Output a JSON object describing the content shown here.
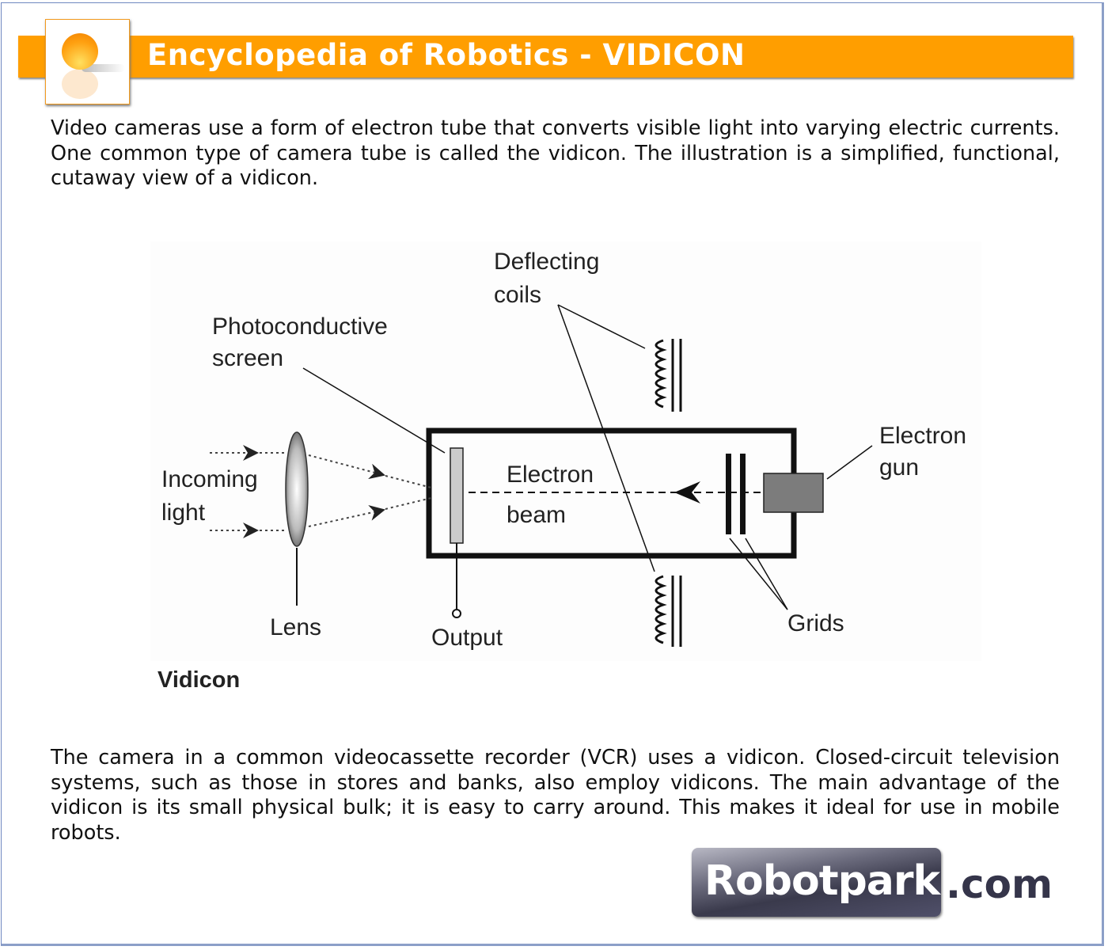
{
  "header": {
    "title": "Encyclopedia of Robotics - VIDICON",
    "icon": "orange-sphere-icon",
    "accent": "#ff9e00"
  },
  "intro": "Video cameras use a form of electron tube that converts visible light into varying electric currents. One common type of camera tube is called the vidicon. The illustration is a simplified, functional, cutaway view of a vidicon.",
  "diagram": {
    "caption": "Vidicon",
    "labels": {
      "deflecting1": "Deflecting",
      "deflecting2": "coils",
      "photo1": "Photoconductive",
      "photo2": "screen",
      "incoming1": "Incoming",
      "incoming2": "light",
      "beam1": "Electron",
      "beam2": "beam",
      "gun1": "Electron",
      "gun2": "gun",
      "lens": "Lens",
      "output": "Output",
      "grids": "Grids"
    }
  },
  "body": "The camera in a common videocassette recorder (VCR) uses a vidicon. Closed-circuit television systems, such as those in stores and banks, also employ vidicons. The main advantage of the vidicon is its small physical bulk; it is easy to carry around. This makes it ideal for use in mobile robots.",
  "footer": {
    "logo": "Robotpark",
    "suffix": ".com"
  }
}
